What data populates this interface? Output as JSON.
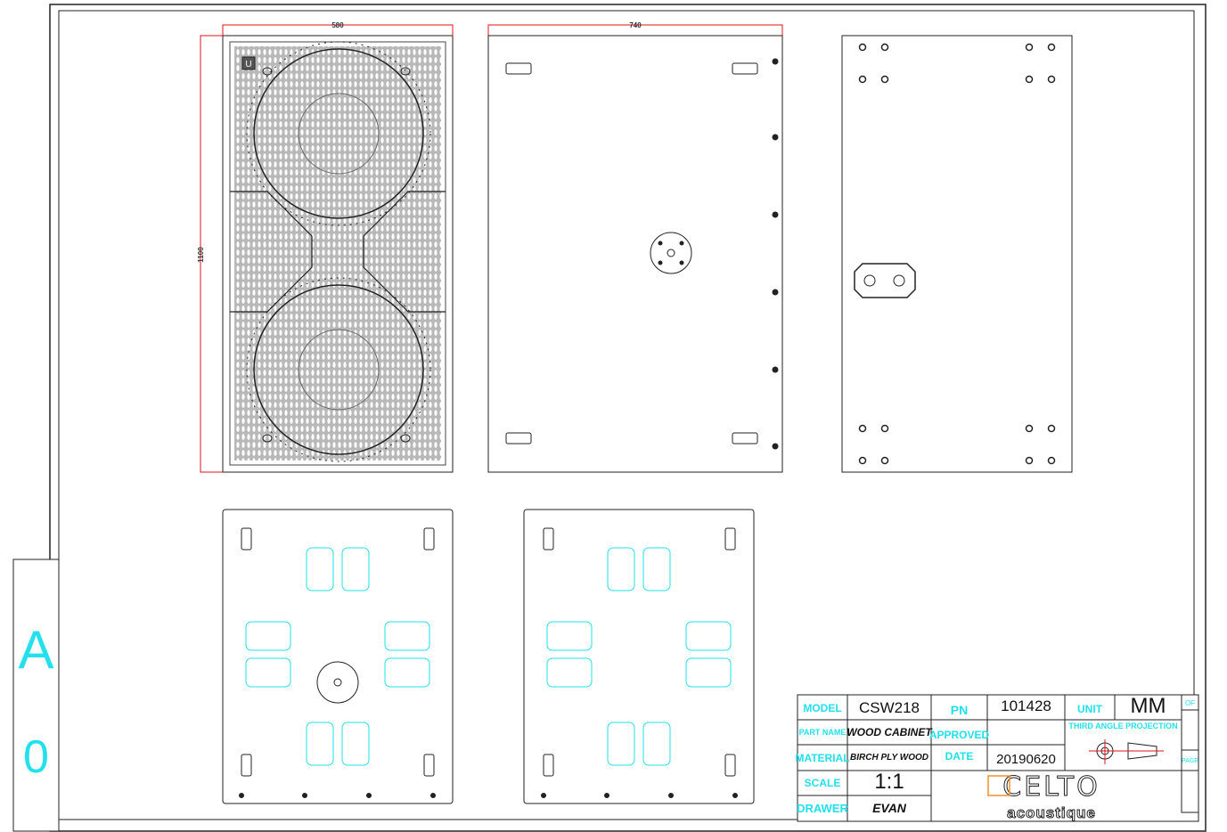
{
  "sheet": {
    "size_letter": "A",
    "size_number": "0"
  },
  "dimensions": {
    "front_width": "580",
    "front_height": "1100",
    "side_depth": "740"
  },
  "front_logo": "U",
  "title_block": {
    "model_label": "MODEL",
    "model": "CSW218",
    "pn_label": "PN",
    "pn": "101428",
    "unit_label": "UNIT",
    "unit": "MM",
    "of_label": "OF",
    "page_label": "PAGE",
    "part_name_label": "PART NAME",
    "part_name": "WOOD CABINET",
    "approved_label": "APPROVED",
    "approved": "",
    "projection_label": "THIRD  ANGLE  PROJECTION",
    "material_label": "MATERIAL",
    "material": "BIRCH  PLY WOOD",
    "date_label": "DATE",
    "date": "20190620",
    "scale_label": "SCALE",
    "scale": "1:1",
    "drawer_label": "DRAWER",
    "drawer": "EVAN",
    "brand": "CELTO",
    "brand_sub": "acoustique"
  },
  "colors": {
    "dimension": "#e0101a",
    "label": "#22e0ee",
    "brand_accent": "#f0902a",
    "grille": "#9a9a9a"
  }
}
